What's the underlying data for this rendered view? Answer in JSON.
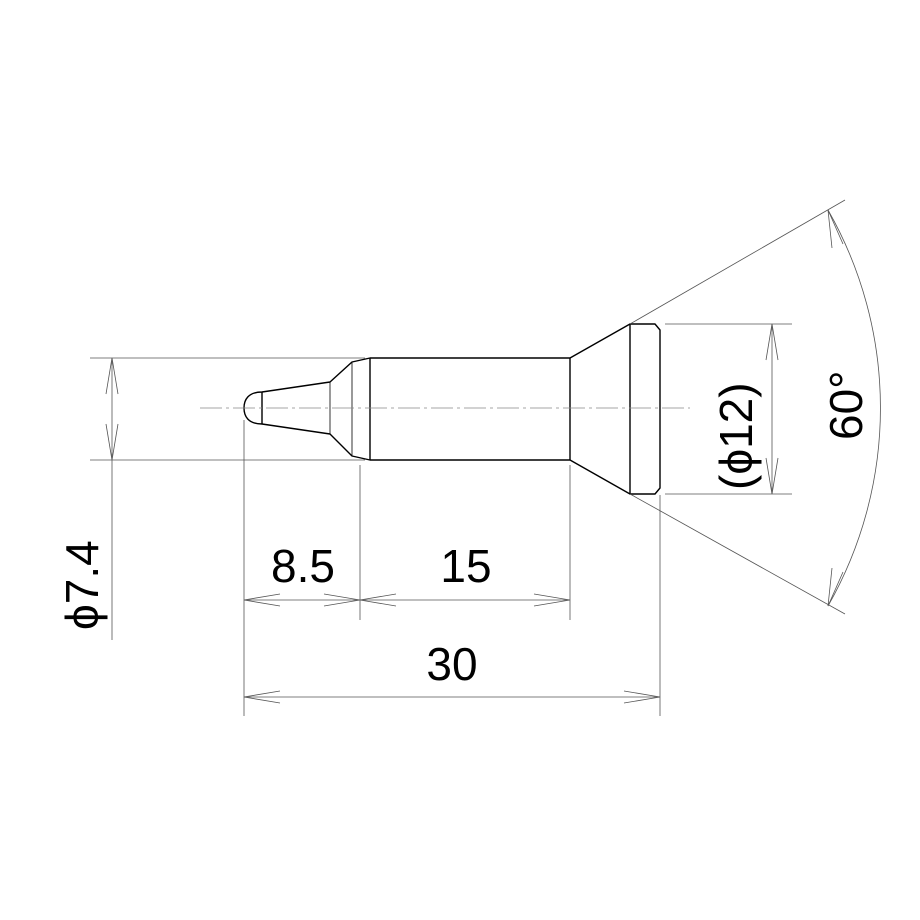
{
  "dimensions": {
    "tip_diameter": "ϕ7.4",
    "tip_length": "8.5",
    "shank_length": "15",
    "overall_length": "30",
    "head_diameter": "(ϕ12)",
    "cone_angle": "60°"
  }
}
